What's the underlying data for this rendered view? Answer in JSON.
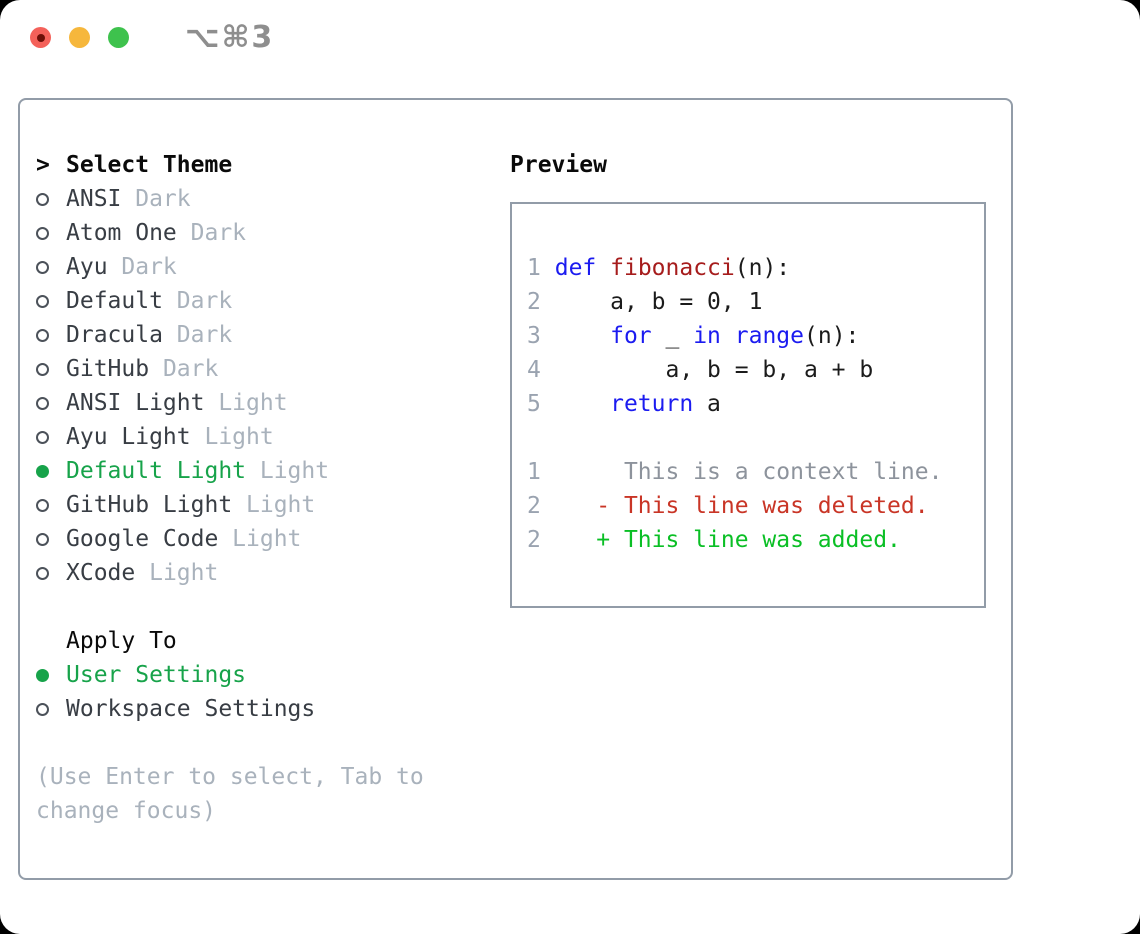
{
  "window": {
    "title": "⌥⌘3",
    "controls": [
      "close",
      "minimize",
      "zoom"
    ]
  },
  "panel": {
    "select_theme": {
      "header_marker": ">",
      "header": "Select Theme",
      "themes": [
        {
          "name": "ANSI",
          "variant": "Dark",
          "selected": false
        },
        {
          "name": "Atom One",
          "variant": "Dark",
          "selected": false
        },
        {
          "name": "Ayu",
          "variant": "Dark",
          "selected": false
        },
        {
          "name": "Default",
          "variant": "Dark",
          "selected": false
        },
        {
          "name": "Dracula",
          "variant": "Dark",
          "selected": false
        },
        {
          "name": "GitHub",
          "variant": "Dark",
          "selected": false
        },
        {
          "name": "ANSI Light",
          "variant": "Light",
          "selected": false
        },
        {
          "name": "Ayu Light",
          "variant": "Light",
          "selected": false
        },
        {
          "name": "Default Light",
          "variant": "Light",
          "selected": true
        },
        {
          "name": "GitHub Light",
          "variant": "Light",
          "selected": false
        },
        {
          "name": "Google Code",
          "variant": "Light",
          "selected": false
        },
        {
          "name": "XCode",
          "variant": "Light",
          "selected": false
        }
      ]
    },
    "apply_to": {
      "header": "Apply To",
      "options": [
        {
          "name": "User Settings",
          "selected": true
        },
        {
          "name": "Workspace Settings",
          "selected": false
        }
      ]
    },
    "hint": "(Use Enter to select, Tab to change focus)"
  },
  "preview": {
    "header": "Preview",
    "code_lines": [
      {
        "num": "1",
        "tokens": [
          {
            "t": " ",
            "c": "pl"
          },
          {
            "t": "def",
            "c": "kw"
          },
          {
            "t": " ",
            "c": "pl"
          },
          {
            "t": "fibonacci",
            "c": "fn"
          },
          {
            "t": "(n):",
            "c": "pl"
          }
        ]
      },
      {
        "num": "2",
        "tokens": [
          {
            "t": "     a, b = 0, 1",
            "c": "pl"
          }
        ]
      },
      {
        "num": "3",
        "tokens": [
          {
            "t": "     ",
            "c": "pl"
          },
          {
            "t": "for",
            "c": "kw"
          },
          {
            "t": " _ ",
            "c": "pl"
          },
          {
            "t": "in",
            "c": "kw"
          },
          {
            "t": " ",
            "c": "pl"
          },
          {
            "t": "range",
            "c": "kw"
          },
          {
            "t": "(n):",
            "c": "pl"
          }
        ]
      },
      {
        "num": "4",
        "tokens": [
          {
            "t": "         a, b = b, a + b",
            "c": "pl"
          }
        ]
      },
      {
        "num": "5",
        "tokens": [
          {
            "t": "     ",
            "c": "pl"
          },
          {
            "t": "return",
            "c": "kw"
          },
          {
            "t": " a",
            "c": "pl"
          }
        ]
      }
    ],
    "diff_lines": [
      {
        "num": "1",
        "tokens": [
          {
            "t": "      This is a context line.",
            "c": "ctx"
          }
        ]
      },
      {
        "num": "2",
        "tokens": [
          {
            "t": "    ",
            "c": "pl"
          },
          {
            "t": "- This line was deleted.",
            "c": "del"
          }
        ]
      },
      {
        "num": "2",
        "tokens": [
          {
            "t": "    ",
            "c": "pl"
          },
          {
            "t": "+ This line was added.",
            "c": "add"
          }
        ]
      }
    ]
  },
  "colors": {
    "page_bg": "#000000",
    "window_bg": "#ffffff",
    "title_gray": "#8e8e8e",
    "traffic_red": "#f4615a",
    "traffic_red_dot": "#6d0f08",
    "traffic_yellow": "#f6b73c",
    "traffic_green": "#3ec24d",
    "border_gray": "#929ca8",
    "header_black": "#0a0a0a",
    "text_dark": "#383d44",
    "muted_gray": "#a9b2bc",
    "radio_gray": "#4c525a",
    "accent_green": "#17a34a",
    "line_number_gray": "#9aa3b0",
    "keyword_blue": "#1b1bf0",
    "function_red": "#a61c1c",
    "context_gray": "#8d939c",
    "deleted_red": "#c93526",
    "added_green": "#0abf25"
  }
}
